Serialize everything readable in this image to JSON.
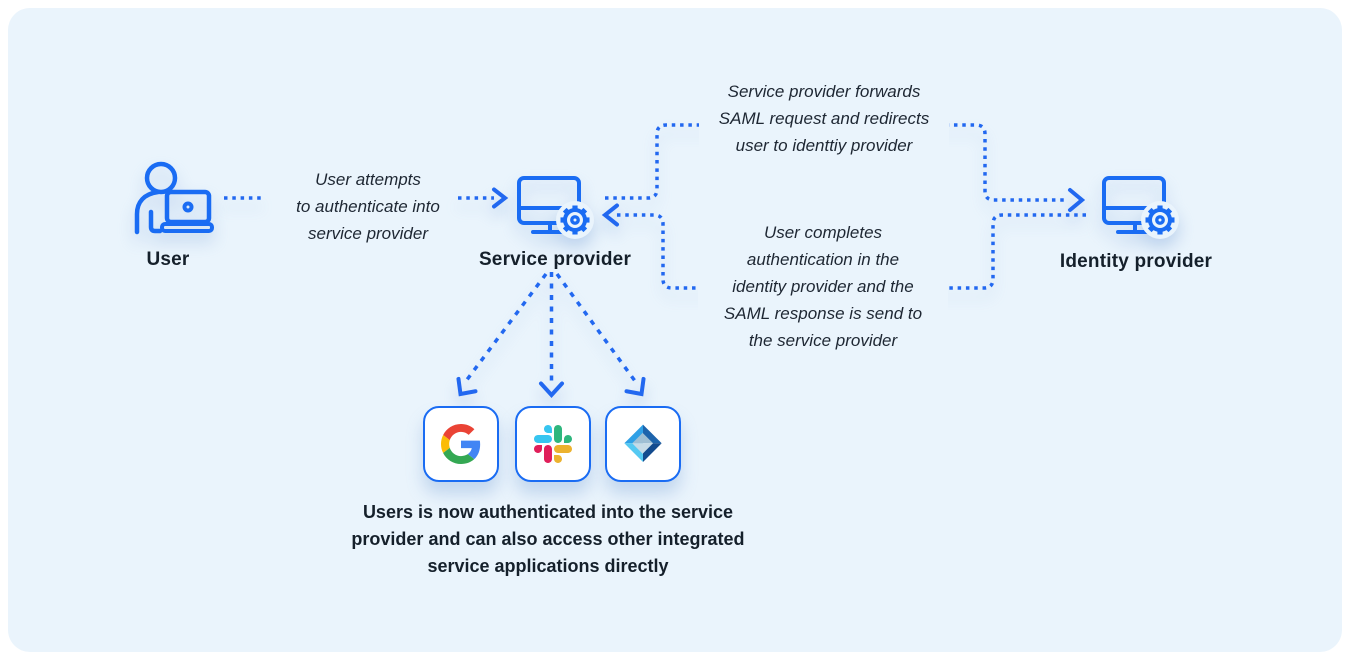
{
  "page": {
    "bg": "#FFFFFF",
    "card_bg": "#EAF4FC"
  },
  "palette": {
    "accent_blue": "#1A6CF3",
    "dot_blue": "#2268F0",
    "text_dark": "#1D2430",
    "tile_bg": "#FFFFFF"
  },
  "nodes": {
    "user": {
      "label": "User",
      "icon": "person-laptop-icon"
    },
    "service_provider": {
      "label": "Service provider",
      "icon": "monitor-gear-icon"
    },
    "identity_provider": {
      "label": "Identity provider",
      "icon": "monitor-gear-icon"
    }
  },
  "annotations": {
    "user_to_sp": {
      "lines": [
        "User attempts",
        "to authenticate into",
        "service provider"
      ]
    },
    "sp_forwards": {
      "lines": [
        "Service provider forwards",
        "SAML request and redirects",
        "user to identtiy provider"
      ]
    },
    "idp_returns": {
      "lines": [
        "User completes",
        "authentication in the",
        "identity provider and the",
        "SAML response is send to",
        "the service provider"
      ]
    },
    "apps_caption": {
      "lines": [
        "Users is now authenticated into the service",
        "provider and can also access other integrated",
        "service applications directly"
      ]
    }
  },
  "apps": [
    {
      "name": "Google",
      "icon": "google-logo"
    },
    {
      "name": "Slack",
      "icon": "slack-logo"
    },
    {
      "name": "Microsoft Entra ID",
      "icon": "microsoft-entra-logo"
    }
  ]
}
